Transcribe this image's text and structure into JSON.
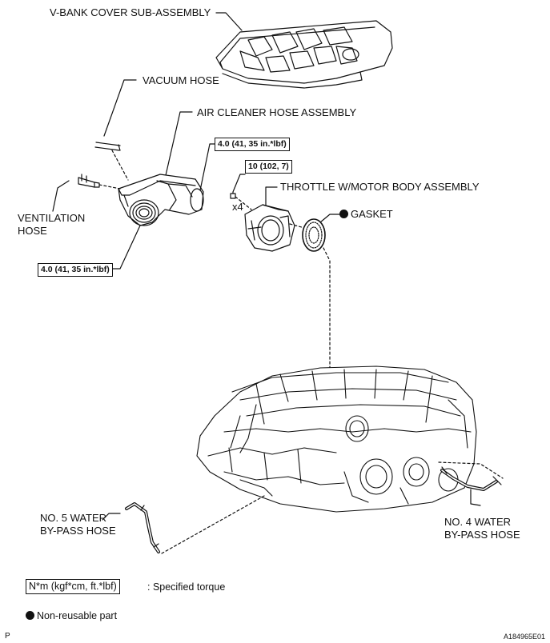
{
  "labels": {
    "v_bank_cover": "V-BANK COVER SUB-ASSEMBLY",
    "vacuum_hose": "VACUUM HOSE",
    "air_cleaner_hose": "AIR CLEANER HOSE ASSEMBLY",
    "throttle_body": "THROTTLE W/MOTOR BODY ASSEMBLY",
    "gasket": "GASKET",
    "ventilation_hose_line1": "VENTILATION",
    "ventilation_hose_line2": "HOSE",
    "no5_line1": "NO. 5 WATER",
    "no5_line2": "BY-PASS HOSE",
    "no4_line1": "NO. 4 WATER",
    "no4_line2": "BY-PASS HOSE",
    "bolt_count": "x4"
  },
  "torques": {
    "air_cleaner_top": "4.0 (41, 35 in.*lbf)",
    "air_cleaner_bottom": "4.0 (41, 35 in.*lbf)",
    "throttle_bolts": "10 (102,   7)"
  },
  "legend": {
    "torque_unit": "N*m (kgf*cm, ft.*lbf)",
    "torque_desc": ": Specified torque",
    "non_reusable": "Non-reusable part"
  },
  "footer": {
    "corner_letter": "P",
    "figure_id": "A184965E01"
  }
}
